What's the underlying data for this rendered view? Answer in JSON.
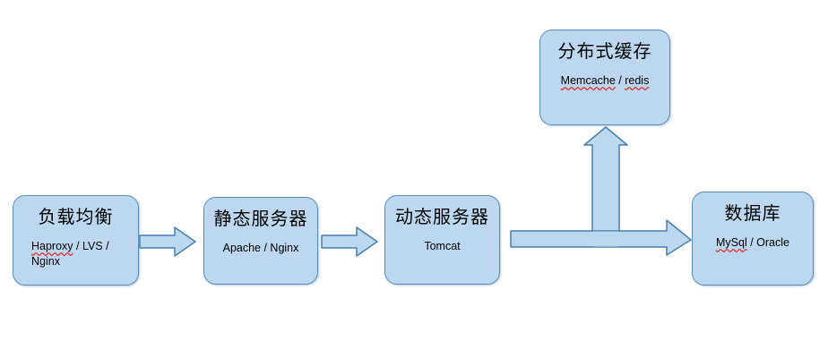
{
  "diagram": {
    "title": "web-architecture-flow",
    "colors": {
      "node_fill": "#bdd7ee",
      "node_border": "#5b8db8",
      "arrow_fill": "#bdd7ee",
      "arrow_border": "#4a7fae",
      "spellcheck_underline": "#e03030",
      "background": "#ffffff"
    },
    "nodes": [
      {
        "id": "load-balancer",
        "title": "负载均衡",
        "subtitle": "Haproxy / LVS / Nginx",
        "subtitle_parts": [
          {
            "text": "Haproxy",
            "spellcheck": true
          },
          {
            "text": " / LVS / Nginx",
            "spellcheck": false
          }
        ]
      },
      {
        "id": "static-server",
        "title": "静态服务器",
        "subtitle": "Apache / Nginx",
        "subtitle_parts": [
          {
            "text": "Apache / Nginx",
            "spellcheck": false
          }
        ]
      },
      {
        "id": "dynamic-server",
        "title": "动态服务器",
        "subtitle": "Tomcat",
        "subtitle_parts": [
          {
            "text": "Tomcat",
            "spellcheck": false
          }
        ]
      },
      {
        "id": "distributed-cache",
        "title": "分布式缓存",
        "subtitle": "Memcache / redis",
        "subtitle_parts": [
          {
            "text": "Memcache",
            "spellcheck": true
          },
          {
            "text": " / ",
            "spellcheck": false
          },
          {
            "text": "redis",
            "spellcheck": true
          }
        ]
      },
      {
        "id": "database",
        "title": "数据库",
        "subtitle": "MySql / Oracle",
        "subtitle_parts": [
          {
            "text": "MySql",
            "spellcheck": true
          },
          {
            "text": " / Oracle",
            "spellcheck": false
          }
        ]
      }
    ],
    "connectors": [
      {
        "id": "lb-to-static",
        "from": "load-balancer",
        "to": "static-server",
        "direction": "right"
      },
      {
        "id": "static-to-dynamic",
        "from": "static-server",
        "to": "dynamic-server",
        "direction": "right"
      },
      {
        "id": "dynamic-to-database",
        "from": "dynamic-server",
        "to": "database",
        "direction": "right"
      },
      {
        "id": "bus-to-cache",
        "from": "dynamic-to-database",
        "to": "distributed-cache",
        "direction": "up"
      }
    ]
  }
}
